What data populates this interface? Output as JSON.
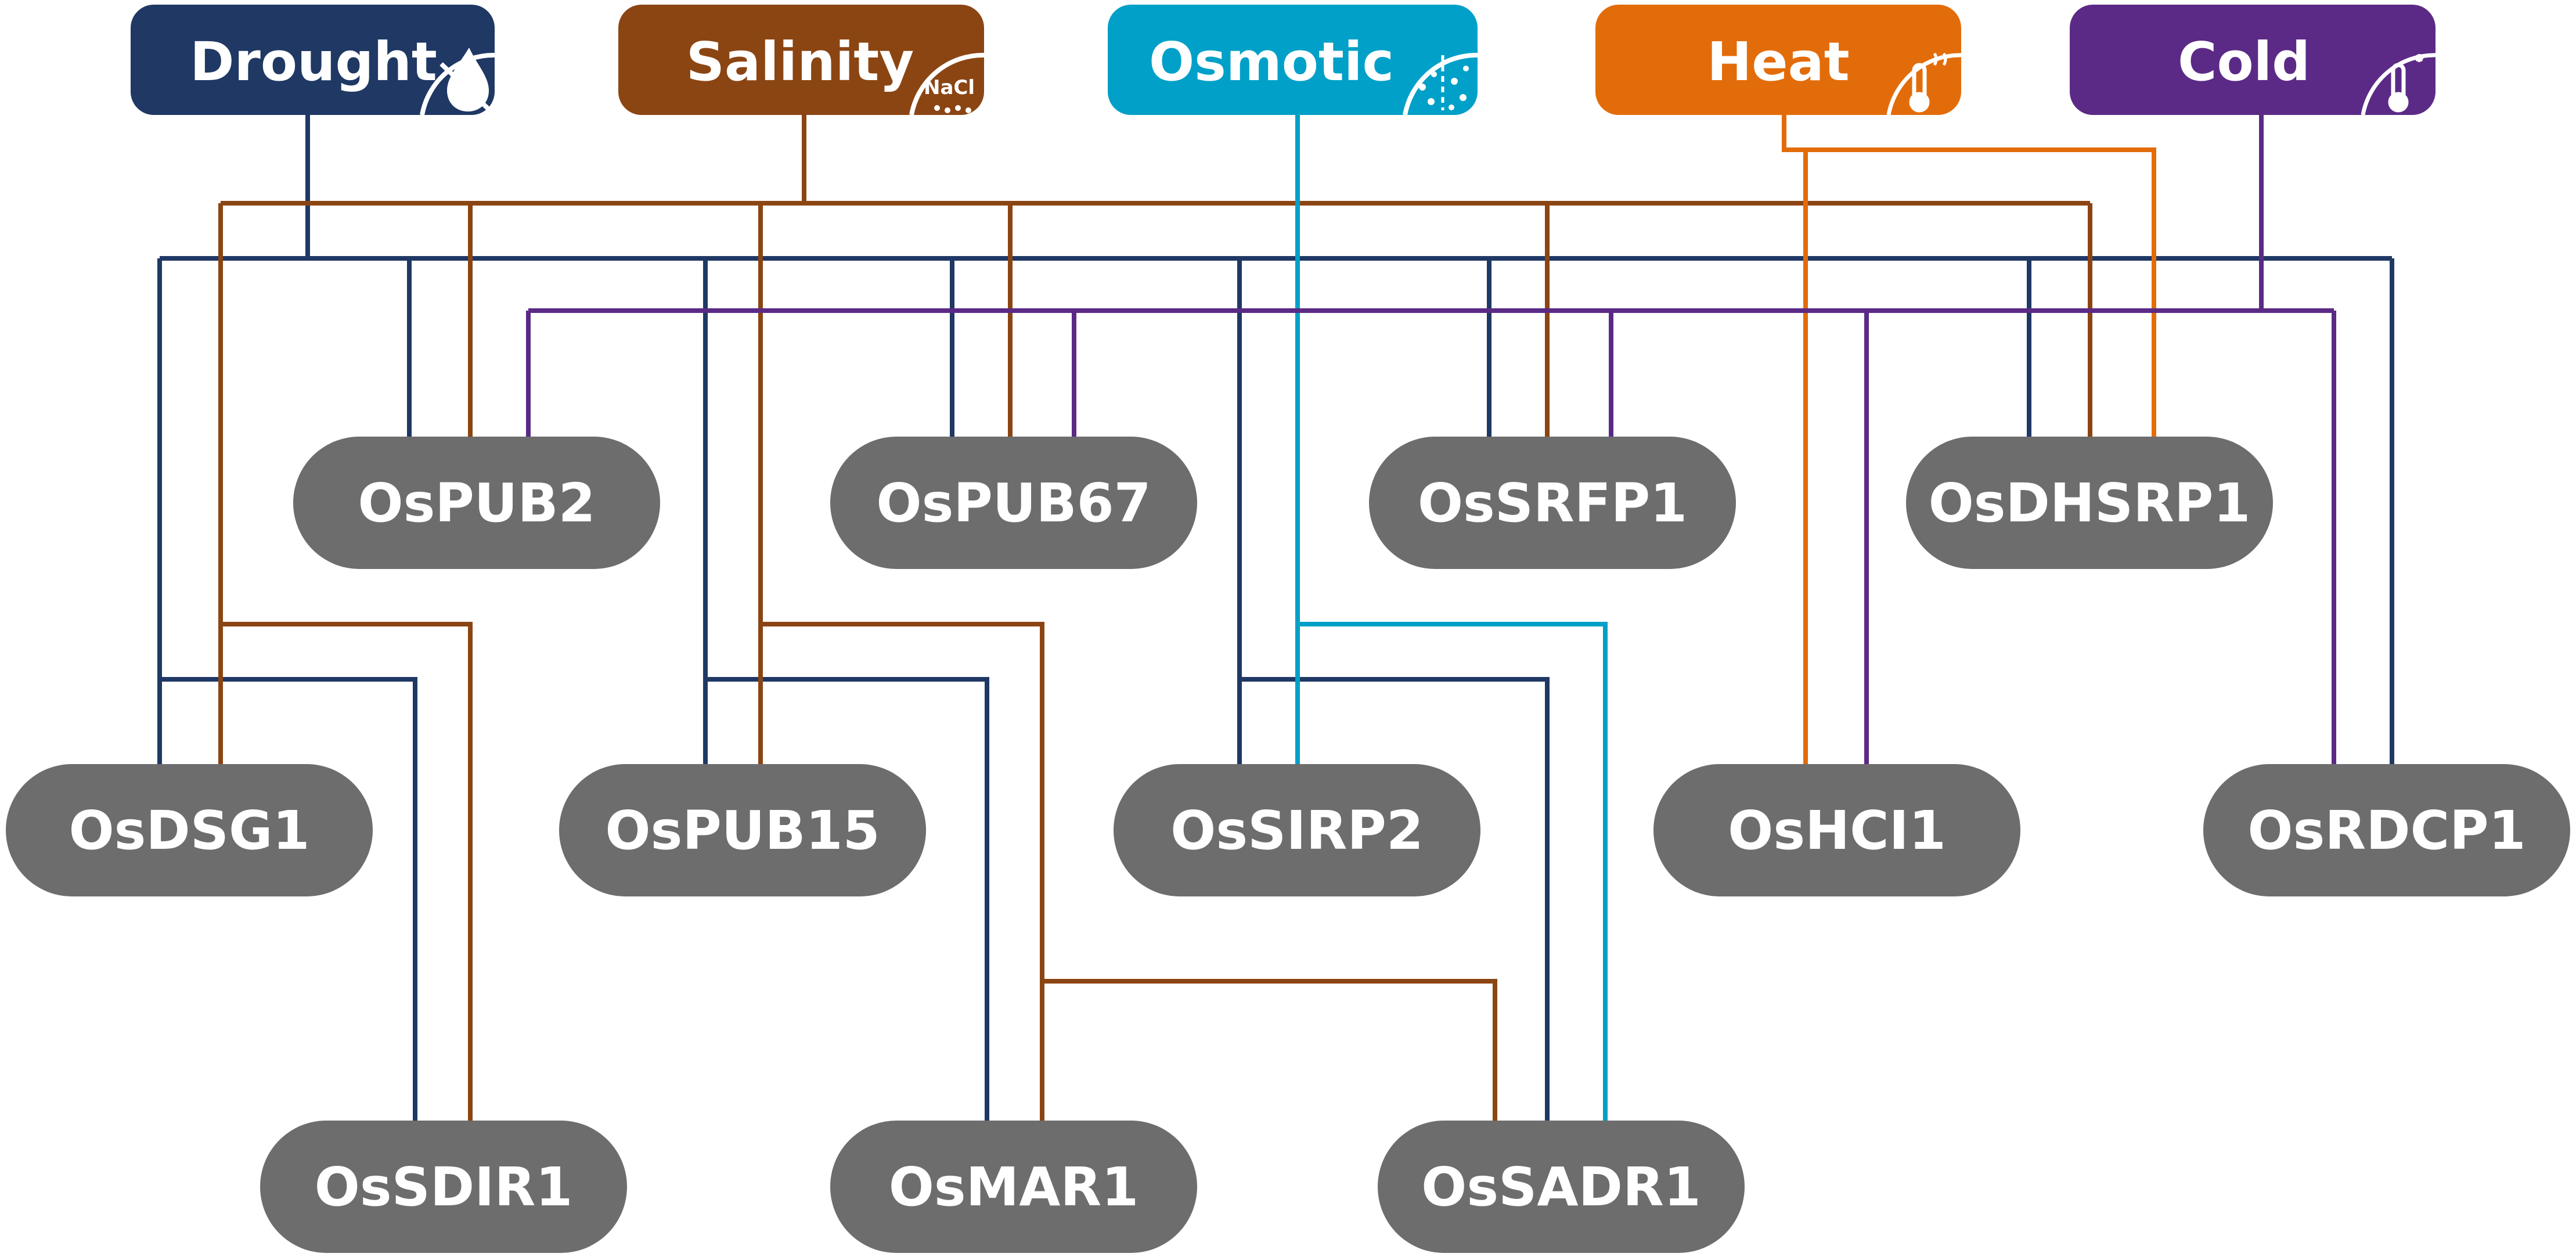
{
  "colors": {
    "drought": "#1f3864",
    "salinity": "#8b4513",
    "osmotic": "#00a0c8",
    "heat": "#e36c0a",
    "cold": "#5b2a86",
    "gene_box": "#6d6d6d",
    "text": "#ffffff"
  },
  "stresses": [
    {
      "id": "drought",
      "label": "Drought",
      "icon": "no-water-drop-icon"
    },
    {
      "id": "salinity",
      "label": "Salinity",
      "icon": "nacl-icon",
      "icon_text": "NaCl"
    },
    {
      "id": "osmotic",
      "label": "Osmotic",
      "icon": "osmotic-particles-icon"
    },
    {
      "id": "heat",
      "label": "Heat",
      "icon": "thermometer-hot-icon"
    },
    {
      "id": "cold",
      "label": "Cold",
      "icon": "thermometer-cold-icon"
    }
  ],
  "genes": [
    {
      "id": "ospub2",
      "label": "OsPUB2",
      "stresses": [
        "drought",
        "salinity",
        "cold"
      ]
    },
    {
      "id": "ospub67",
      "label": "OsPUB67",
      "stresses": [
        "drought",
        "salinity",
        "cold"
      ]
    },
    {
      "id": "ossrfp1",
      "label": "OsSRFP1",
      "stresses": [
        "drought",
        "salinity",
        "cold"
      ]
    },
    {
      "id": "osdhsrp1",
      "label": "OsDHSRP1",
      "stresses": [
        "drought",
        "salinity",
        "heat"
      ]
    },
    {
      "id": "osdsg1",
      "label": "OsDSG1",
      "stresses": [
        "drought",
        "salinity"
      ]
    },
    {
      "id": "ospub15",
      "label": "OsPUB15",
      "stresses": [
        "drought",
        "salinity"
      ]
    },
    {
      "id": "ossirp2",
      "label": "OsSIRP2",
      "stresses": [
        "drought",
        "osmotic"
      ]
    },
    {
      "id": "oshci1",
      "label": "OsHCI1",
      "stresses": [
        "heat",
        "cold"
      ]
    },
    {
      "id": "osrdcp1",
      "label": "OsRDCP1",
      "stresses": [
        "drought",
        "cold"
      ]
    },
    {
      "id": "ossdir1",
      "label": "OsSDIR1",
      "stresses": [
        "drought",
        "salinity"
      ]
    },
    {
      "id": "osmar1",
      "label": "OsMAR1",
      "stresses": [
        "drought",
        "salinity"
      ]
    },
    {
      "id": "ossadr1",
      "label": "OsSADR1",
      "stresses": [
        "drought",
        "salinity",
        "osmotic"
      ]
    }
  ]
}
